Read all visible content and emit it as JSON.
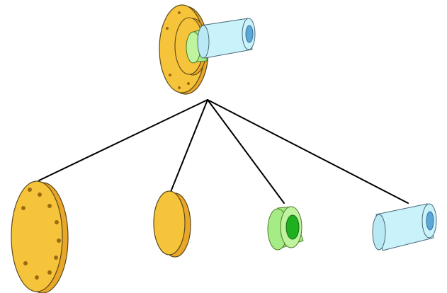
{
  "diagram": {
    "assembly": {
      "parts": [
        "flange",
        "spacer-disc",
        "ring",
        "tube"
      ]
    },
    "components": [
      {
        "id": "flange",
        "shape": "flange-disc",
        "bolt_holes": 10
      },
      {
        "id": "spacer-disc",
        "shape": "plain-disc"
      },
      {
        "id": "ring",
        "shape": "ring"
      },
      {
        "id": "tube",
        "shape": "tube"
      }
    ],
    "colors": {
      "flange": "#f6c43a",
      "flange_edge": "#e8a62a",
      "ring": "#a6ec86",
      "ring_inner": "#1fb020",
      "tube": "#c9f2fa",
      "tube_edge": "#9fd9ea",
      "tube_inner": "#5aa7d8",
      "outline": "#5c4a1a",
      "connector": "#000000"
    }
  }
}
